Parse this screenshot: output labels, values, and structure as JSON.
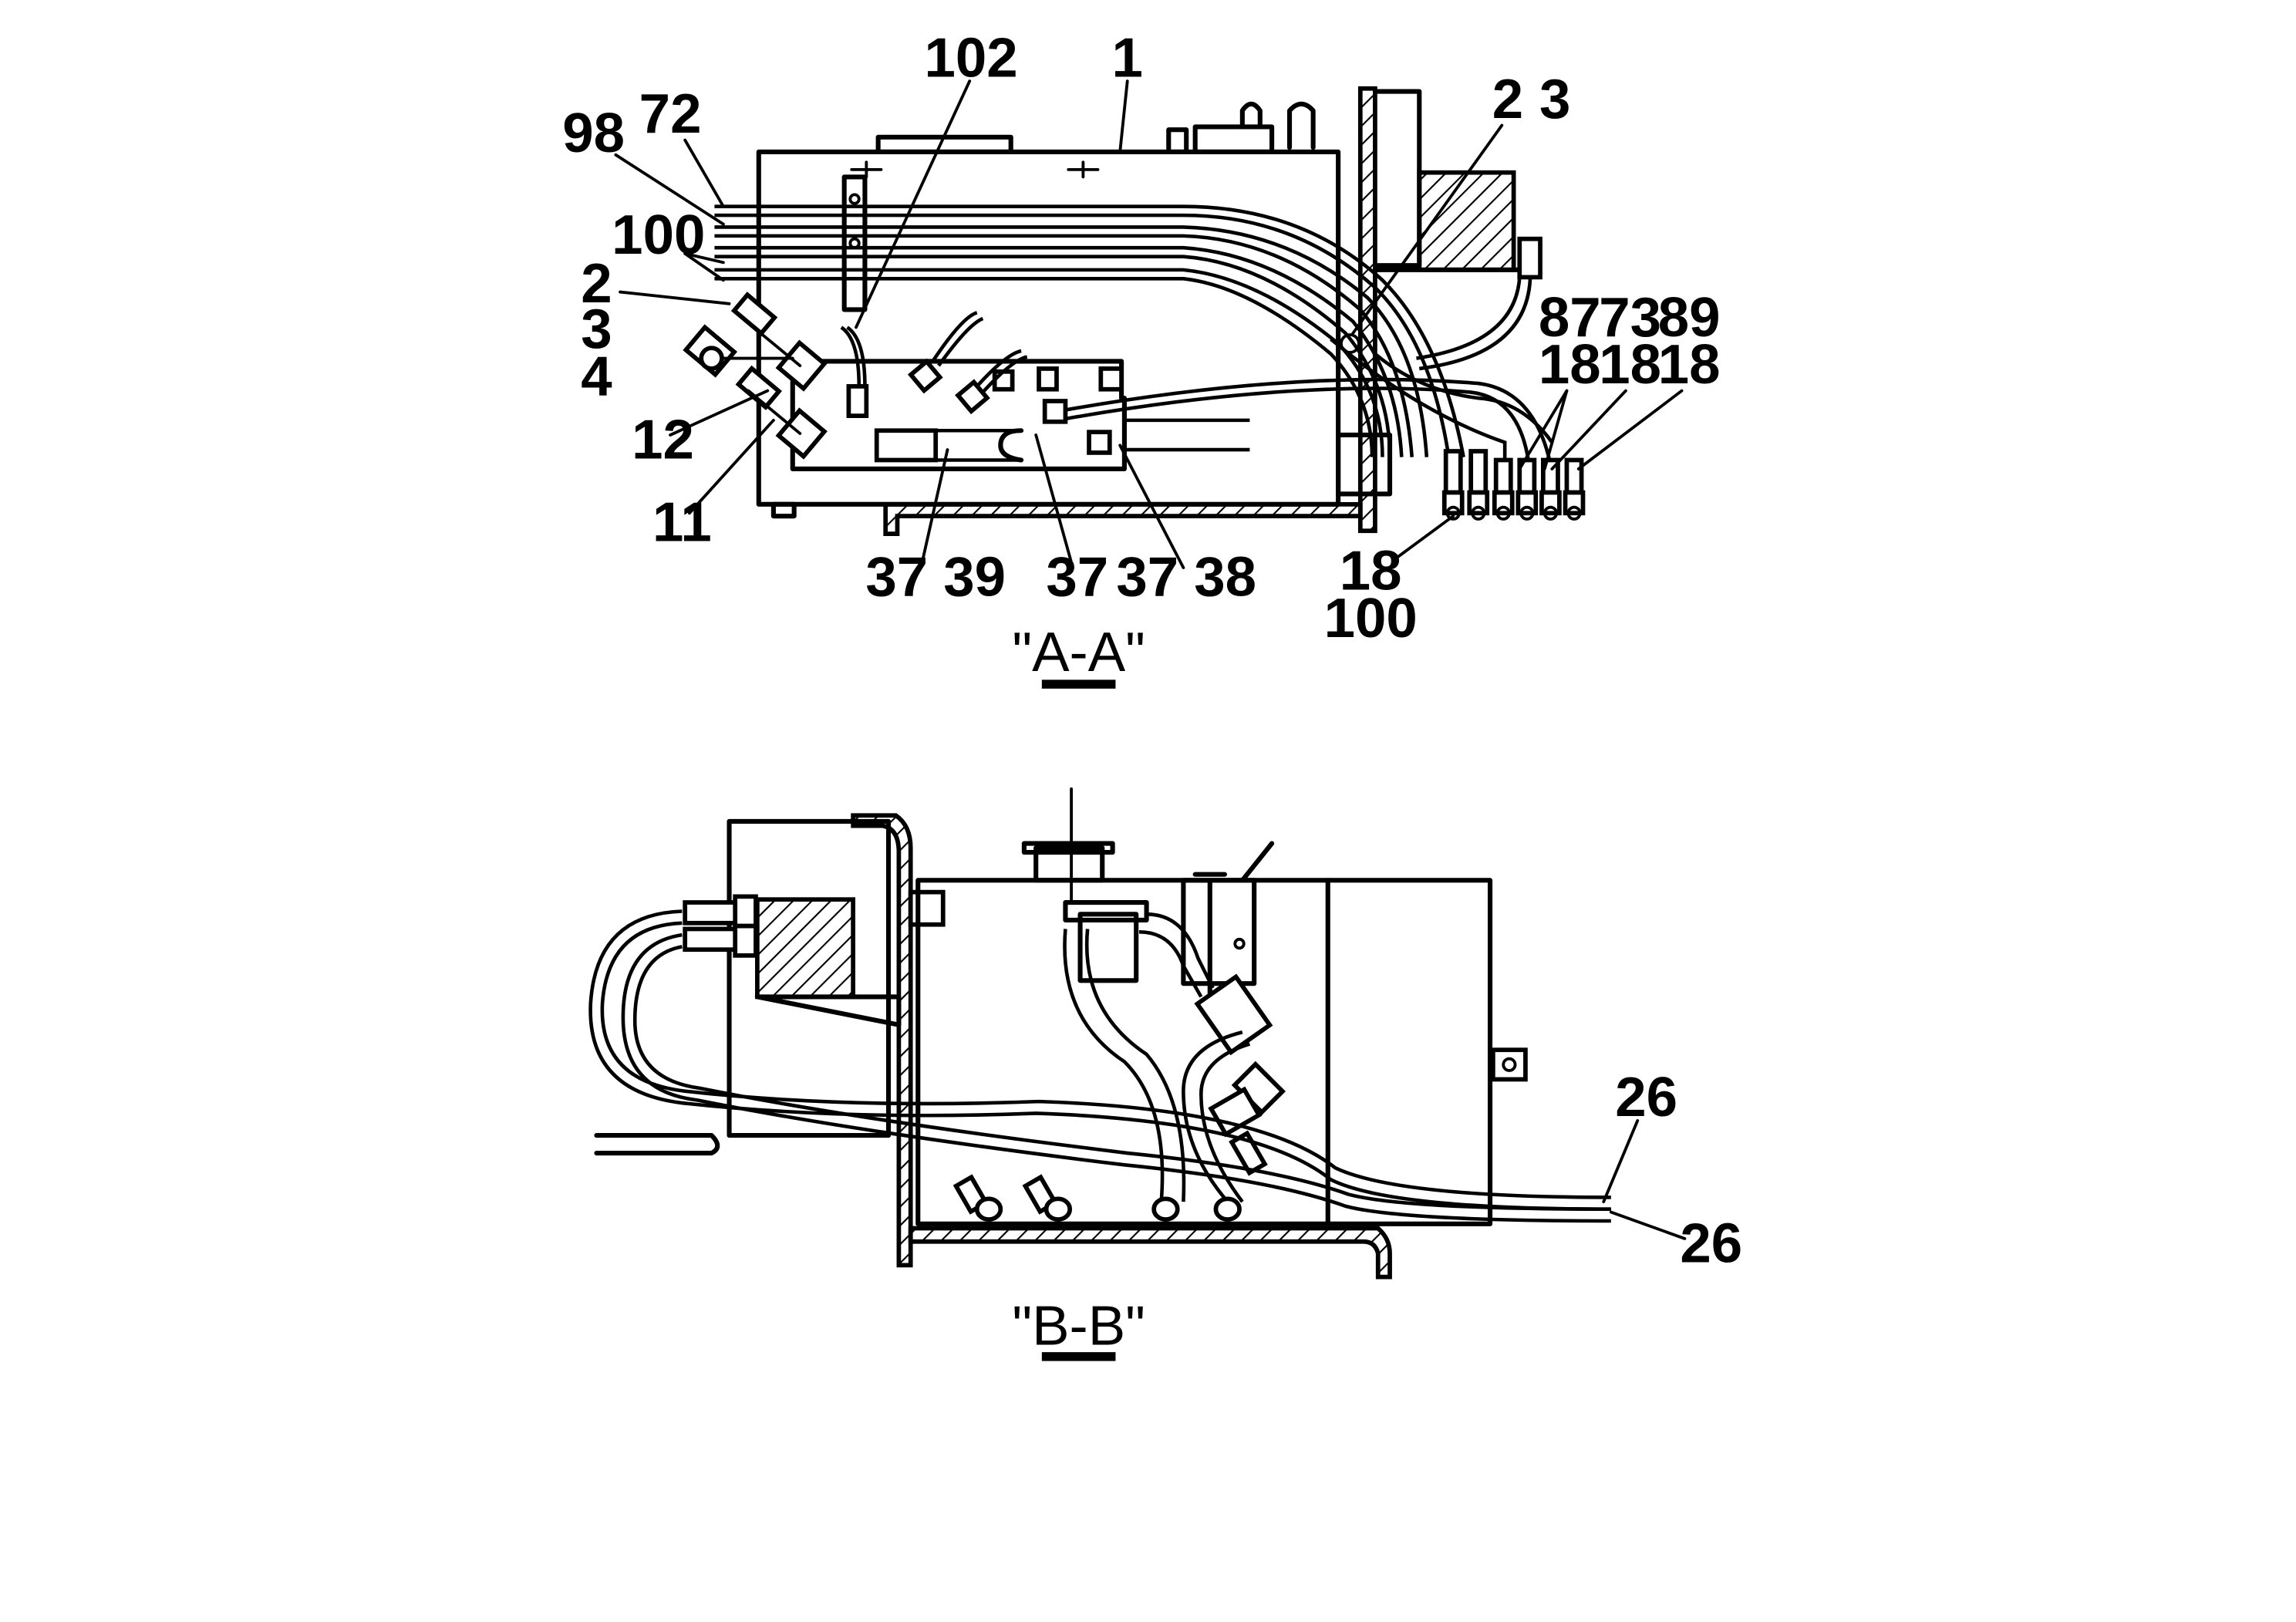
{
  "views": [
    {
      "name": "A-A",
      "caption": "\"A-A\""
    },
    {
      "name": "B-B",
      "caption": "\"B-B\""
    }
  ],
  "callouts": {
    "a_1": "1",
    "a_102": "102",
    "a_2_top": "2",
    "a_3_top": "3",
    "a_72": "72",
    "a_98": "98",
    "a_100_left": "100",
    "a_2_left": "2",
    "a_3_left": "3",
    "a_4_left": "4",
    "a_12": "12",
    "a_11": "11",
    "a_87": "87",
    "a_73": "73",
    "a_89": "89",
    "a_18_a": "18",
    "a_18_b": "18",
    "a_18_c": "18",
    "a_37_39": "37 39",
    "a_37": "37",
    "a_37_38": "37 38",
    "a_18_bottom": "18",
    "a_100_bottom": "100",
    "b_26_top": "26",
    "b_26_bottom": "26"
  },
  "colors": {
    "line": "#000000",
    "background": "#ffffff"
  }
}
